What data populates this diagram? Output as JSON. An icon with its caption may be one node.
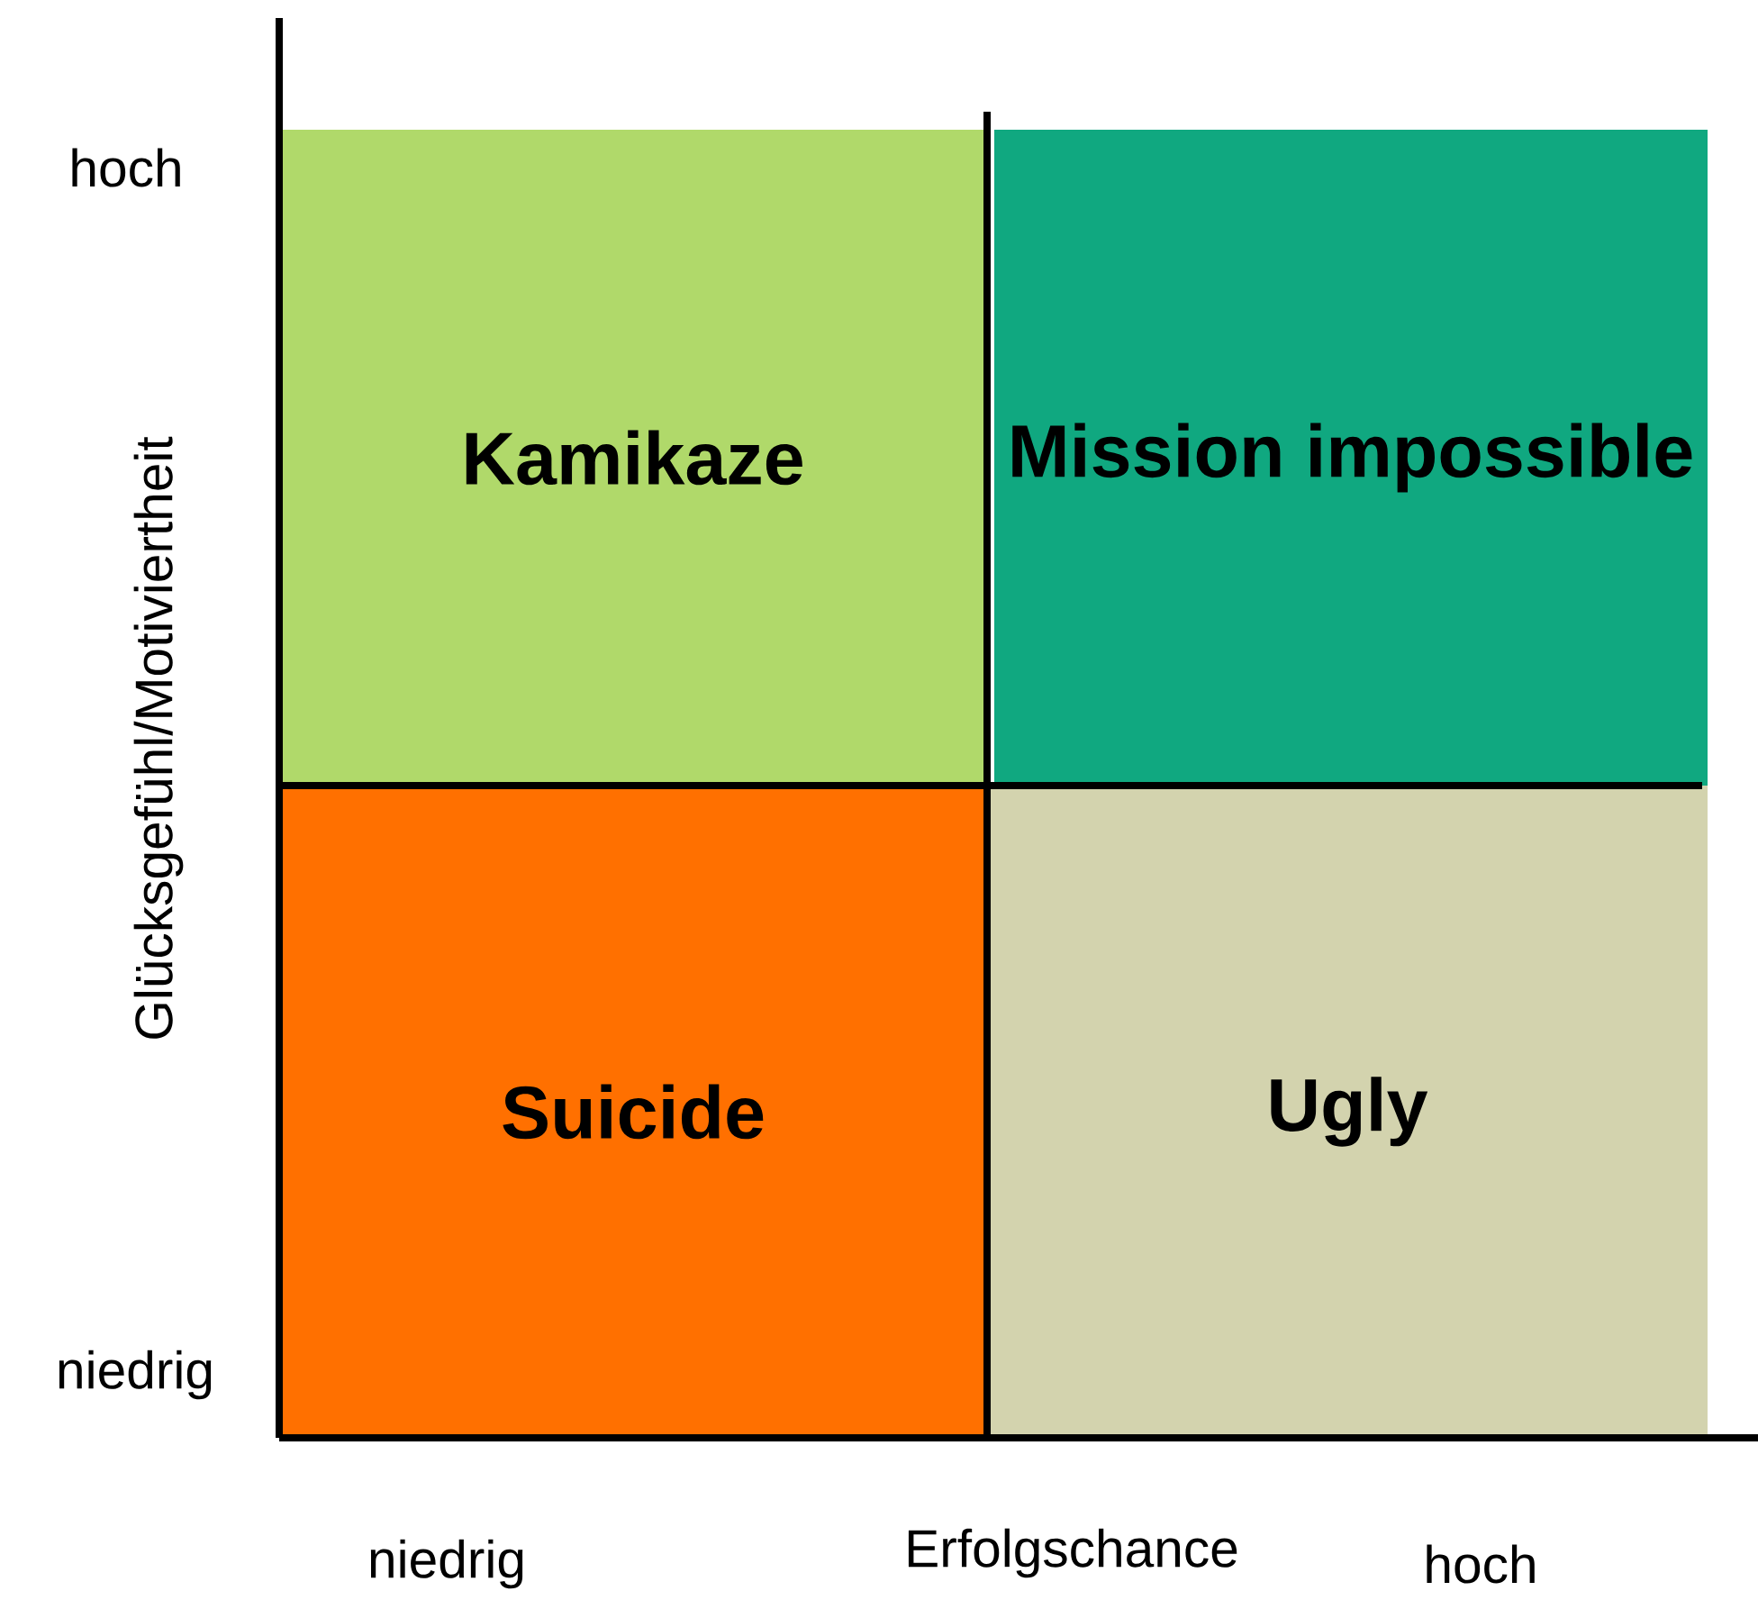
{
  "diagram": {
    "nodes": [
      {
        "text": [
          "Kamikaze"
        ]
      },
      {
        "text": [
          "Mission impossible"
        ]
      },
      {
        "text": [
          "Suicide"
        ]
      },
      {
        "text": [
          "Ugly"
        ]
      }
    ],
    "labels": [
      "hoch",
      "Glücksgefühl/Motiviertheit",
      "niedrig",
      "niedrig",
      "Erfolgschance",
      "hoch"
    ]
  }
}
